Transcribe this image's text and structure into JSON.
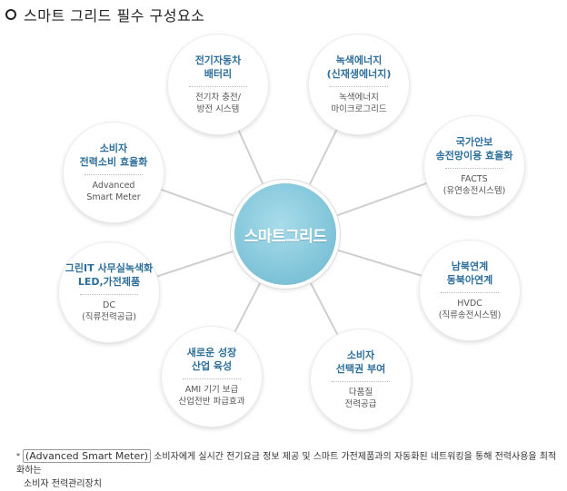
{
  "heading": "스마트 그리드 필수 구성요소",
  "center": "스마트그리드",
  "nodes": [
    {
      "title": "전기자동차\n배터리",
      "sub": "전기차 충전/\n방전 시스템"
    },
    {
      "title": "녹색에너지\n(신재생에너지)",
      "sub": "녹색에너지\n마이크로그리드"
    },
    {
      "title": "국가안보\n송전망이용 효율화",
      "sub": "FACTS\n(유연송전시스템)"
    },
    {
      "title": "남북연계\n동북아연계",
      "sub": "HVDC\n(직류송전시스템)"
    },
    {
      "title": "소비자\n선택권 부여",
      "sub": "다품질\n전력공급"
    },
    {
      "title": "새로운 성장\n산업 육성",
      "sub": "AMI 기기 보급\n산업전반 파급효과"
    },
    {
      "title": "그린IT 사무실녹색화\nLED,가전제품",
      "sub": "DC\n(직류전력공급)"
    },
    {
      "title": "소비자\n전력소비 효율화",
      "sub": "Advanced\nSmart Meter"
    }
  ],
  "footnote": {
    "mark": "*",
    "term": "(Advanced Smart Meter)",
    "text": " 소비자에게 실시간 전기요금 정보 제공 및 스마트 가전제품과의 자동화된 네트워킹을 통해 전력사용을 최적화하는",
    "text2": "소비자 전력관리장치"
  }
}
